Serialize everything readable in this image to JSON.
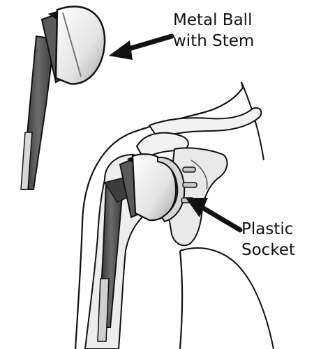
{
  "labels": {
    "ball": {
      "line1": "Metal Ball",
      "line2": "with Stem"
    },
    "socket": {
      "line1": "Plastic",
      "line2": "Socket"
    }
  },
  "colors": {
    "ink": "#111111",
    "implant_dark": "#4a4a4a",
    "implant_mid": "#8a8a8a",
    "implant_light": "#cfcfcf",
    "bone_shade": "#e6e6e6",
    "background": "#ffffff"
  }
}
